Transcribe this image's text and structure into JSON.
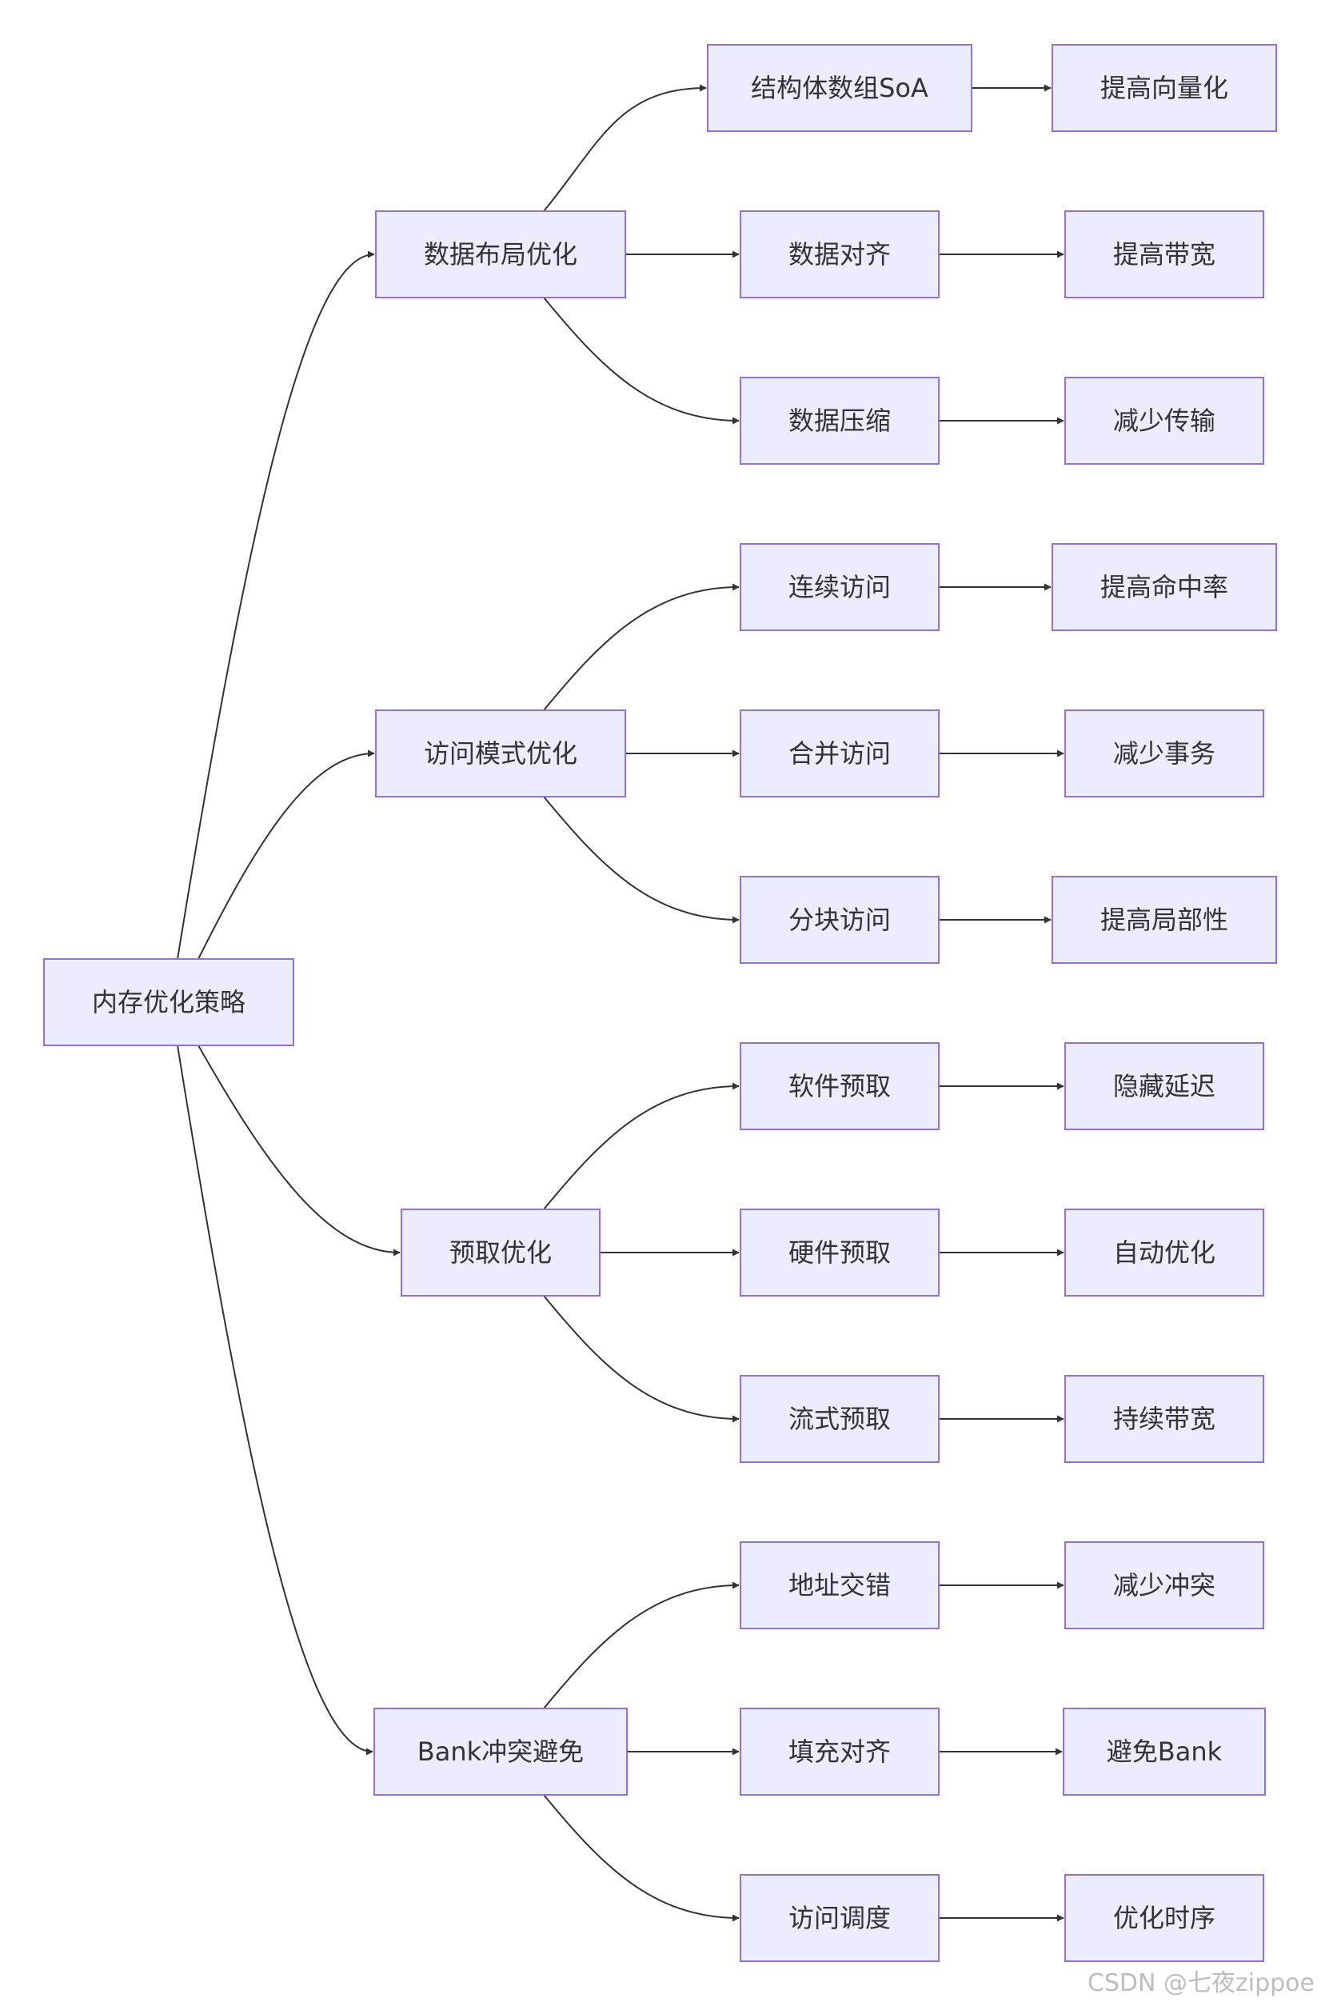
{
  "colors": {
    "node_fill": "#ececff",
    "node_stroke": "#9370db",
    "edge": "#333333",
    "text": "#333333"
  },
  "root": "内存优化策略",
  "branches": [
    {
      "label": "数据布局优化",
      "children": [
        {
          "label": "结构体数组SoA",
          "result": "提高向量化"
        },
        {
          "label": "数据对齐",
          "result": "提高带宽"
        },
        {
          "label": "数据压缩",
          "result": "减少传输"
        }
      ]
    },
    {
      "label": "访问模式优化",
      "children": [
        {
          "label": "连续访问",
          "result": "提高命中率"
        },
        {
          "label": "合并访问",
          "result": "减少事务"
        },
        {
          "label": "分块访问",
          "result": "提高局部性"
        }
      ]
    },
    {
      "label": "预取优化",
      "children": [
        {
          "label": "软件预取",
          "result": "隐藏延迟"
        },
        {
          "label": "硬件预取",
          "result": "自动优化"
        },
        {
          "label": "流式预取",
          "result": "持续带宽"
        }
      ]
    },
    {
      "label": "Bank冲突避免",
      "children": [
        {
          "label": "地址交错",
          "result": "减少冲突"
        },
        {
          "label": "填充对齐",
          "result": "避免Bank"
        },
        {
          "label": "访问调度",
          "result": "优化时序"
        }
      ]
    }
  ],
  "watermark": "CSDN @七夜zippoe"
}
